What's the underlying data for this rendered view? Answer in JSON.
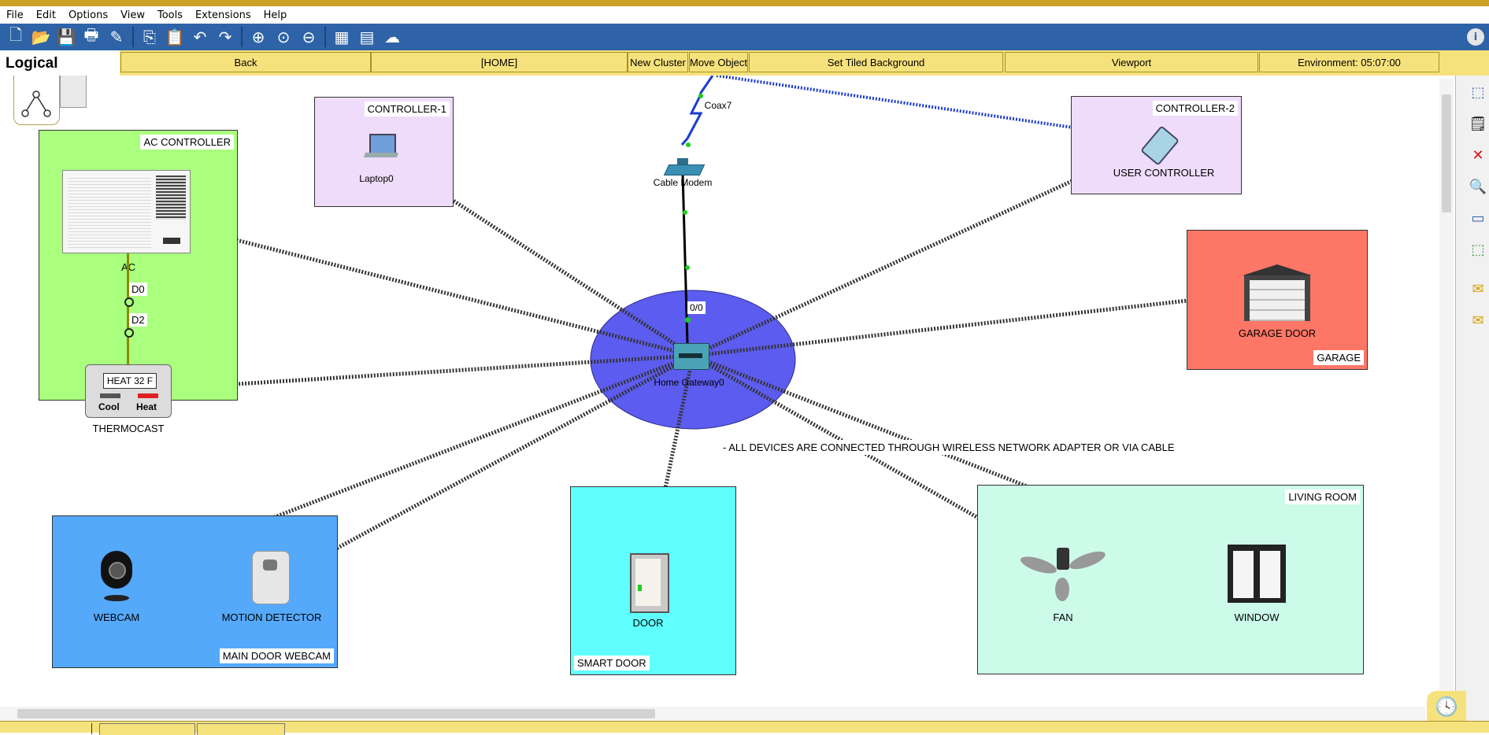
{
  "menu": [
    "File",
    "Edit",
    "Options",
    "View",
    "Tools",
    "Extensions",
    "Help"
  ],
  "toolbar_icons": [
    "new-icon",
    "open-icon",
    "save-icon",
    "print-icon",
    "activity-wizard-icon",
    "copy-icon",
    "paste-icon",
    "undo-icon",
    "redo-icon",
    "zoom-in-icon",
    "zoom-reset-icon",
    "zoom-out-icon",
    "palette-icon",
    "device-template-icon",
    "network-icon",
    "info-icon"
  ],
  "nav": {
    "logical": "Logical",
    "back": "Back",
    "home": "[HOME]",
    "new_cluster": "New Cluster",
    "move_object": "Move Object",
    "set_tiled_background": "Set Tiled Background",
    "viewport": "Viewport",
    "environment": "Environment: 05:07:00"
  },
  "zones": {
    "ac_controller": "AC CONTROLLER",
    "controller_1": "CONTROLLER-1",
    "controller_2": "CONTROLLER-2",
    "garage": "GARAGE",
    "main_door_webcam": "MAIN DOOR WEBCAM",
    "smart_door": "SMART DOOR",
    "living_room": "LIVING ROOM"
  },
  "devices": {
    "ac": "AC",
    "d0": "D0",
    "d2": "D2",
    "thermostat_display": "HEAT  32 F",
    "thermostat_cool": "Cool",
    "thermostat_heat": "Heat",
    "thermostat": "THERMOCAST",
    "laptop": "Laptop0",
    "coax": "Coax7",
    "cable_modem": "Cable Modem",
    "port": "0/0",
    "home_gateway": "Home Gateway0",
    "user_controller": "USER CONTROLLER",
    "garage_door": "GARAGE DOOR",
    "webcam": "WEBCAM",
    "motion_detector": "MOTION DETECTOR",
    "door": "DOOR",
    "fan": "FAN",
    "window": "WINDOW"
  },
  "note": "-  ALL DEVICES ARE CONNECTED THROUGH WIRELESS NETWORK ADAPTER OR VIA CABLE",
  "colors": {
    "toolbar": "#2e63a8",
    "navbar": "#f6e27c",
    "ac_zone": "#aaff7f",
    "controller_zone": "#efdcfb",
    "garage_zone": "#fe7766",
    "webcam_zone": "#55a9fb",
    "door_zone": "#5fffff",
    "living_zone": "#cdfbea",
    "gateway_ellipse": "#5d5cf0",
    "wireless_link": "#333333",
    "coax_link": "#1b3ccf"
  }
}
